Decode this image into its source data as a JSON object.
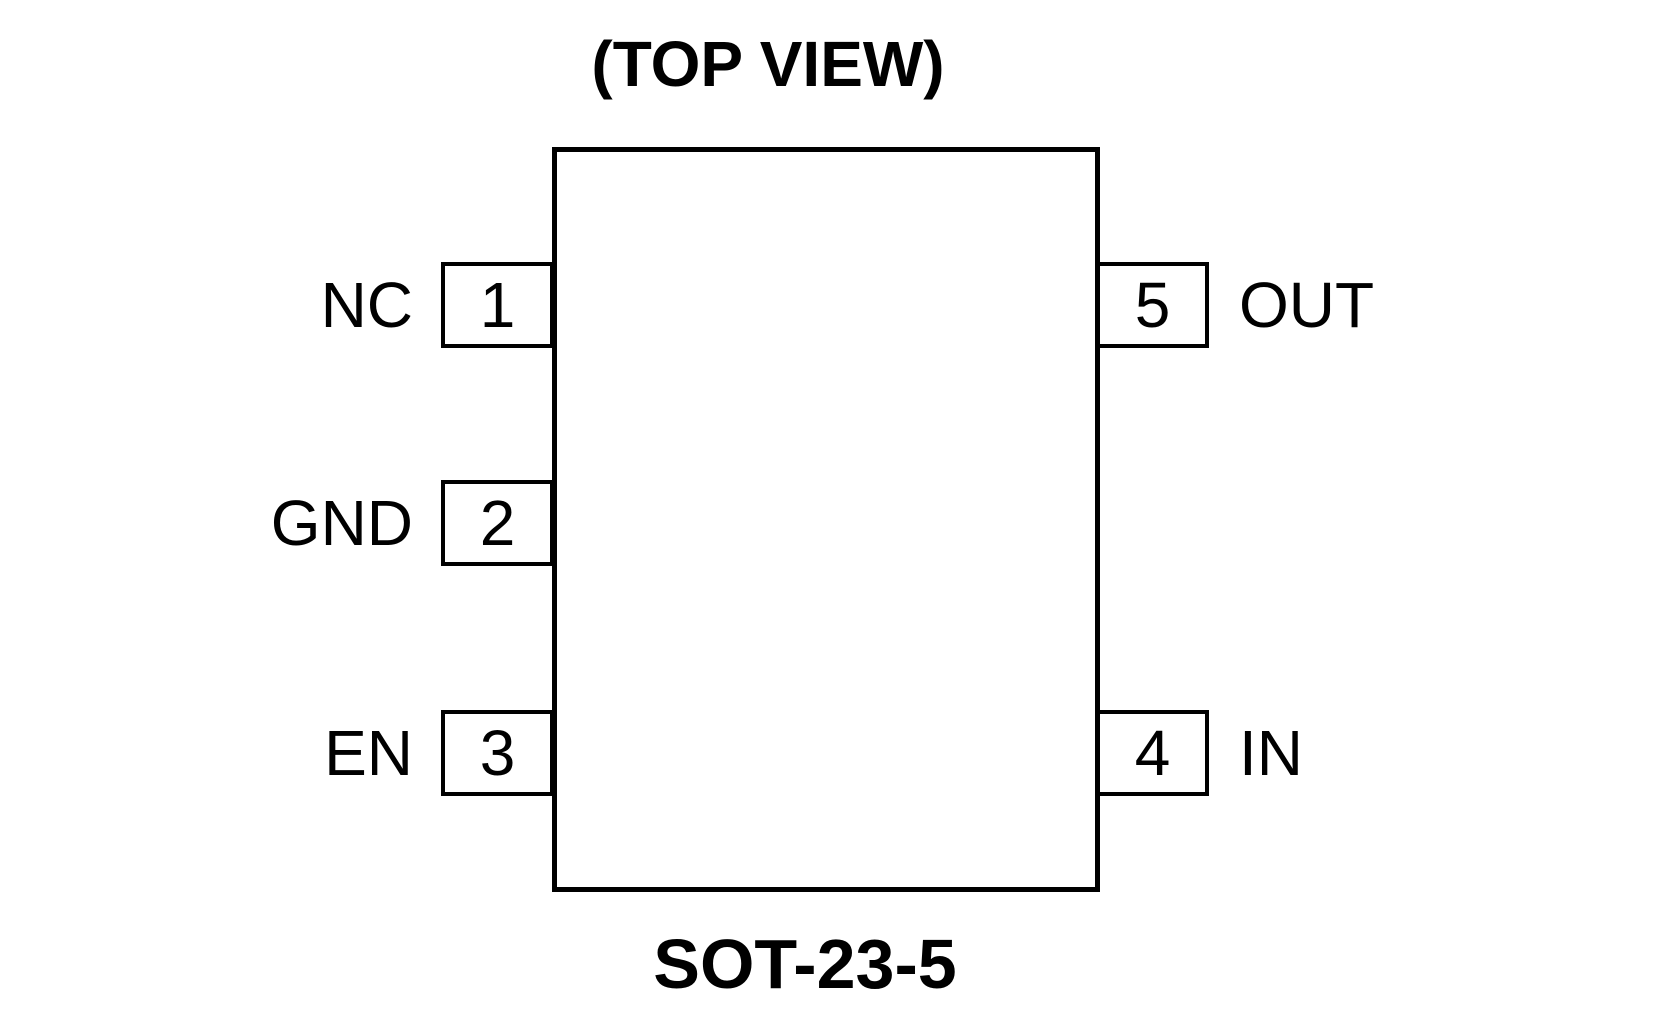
{
  "diagram": {
    "title": "(TOP VIEW)",
    "package_label": "SOT-23-5",
    "colors": {
      "line": "#000000",
      "background": "#ffffff"
    },
    "pins": [
      {
        "number": "1",
        "name": "NC",
        "side": "left",
        "position": "top"
      },
      {
        "number": "2",
        "name": "GND",
        "side": "left",
        "position": "middle"
      },
      {
        "number": "3",
        "name": "EN",
        "side": "left",
        "position": "bottom"
      },
      {
        "number": "4",
        "name": "IN",
        "side": "right",
        "position": "bottom"
      },
      {
        "number": "5",
        "name": "OUT",
        "side": "right",
        "position": "top"
      }
    ]
  }
}
